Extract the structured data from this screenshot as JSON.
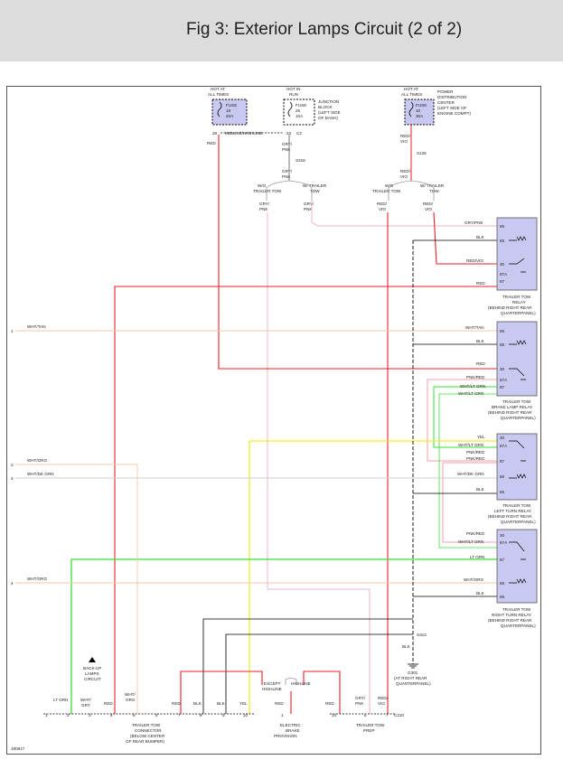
{
  "header": {
    "title": "Fig 3: Exterior Lamps Circuit (2 of 2)"
  },
  "footer": {
    "code": "190817"
  },
  "fuses": [
    {
      "hot": [
        "HOT AT",
        "ALL TIMES"
      ],
      "lines": [
        "FUSE",
        "19",
        "20A"
      ]
    },
    {
      "hot": [
        "HOT IN",
        "RUN"
      ],
      "lines": [
        "FUSE",
        "25",
        "10A"
      ]
    },
    {
      "hot": [
        "HOT AT",
        "ALL TIMES"
      ],
      "lines": [
        "FUSE",
        "10",
        "30A"
      ]
    }
  ],
  "components": {
    "junction_block": [
      "JUNCTION",
      "BLOCK",
      "(LEFT SIDE",
      "OF DASH)"
    ],
    "pdc": [
      "POWER",
      "DISTRIBUTION",
      "CENTER",
      "(LEFT SIDE OF",
      "ENGINE COMPT)"
    ],
    "midline": "MIDLINE/HIGHLINE",
    "pin_28": "28",
    "pin_23": "23",
    "conn_c2": "C2",
    "splices": [
      "S318",
      "S126",
      "S313",
      "G301"
    ],
    "g301_note": [
      "(AT RIGHT REAR",
      "QUARTERPANEL)"
    ],
    "wo_tow": [
      "W/O",
      "TRAILER TOW"
    ],
    "w_tow": [
      "W/ TRAILER",
      "TOW"
    ]
  },
  "relays": [
    {
      "name": [
        "TRAILER TOW",
        "RELAY",
        "(BEHIND RIGHT REAR",
        "QUARTERPANEL)"
      ],
      "pins": [
        "86",
        "85",
        "30",
        "87A",
        "87"
      ],
      "wires": [
        "GRY/PNK",
        "BLK",
        "RED/VIO",
        "",
        "RED"
      ]
    },
    {
      "name": [
        "TRAILER TOW",
        "BRAKE LAMP RELAY",
        "(BEHIND RIGHT REAR",
        "QUARTERPANEL)"
      ],
      "pins": [
        "86",
        "85",
        "30",
        "87A",
        "87"
      ],
      "wires": [
        "WHT/TAN",
        "BLK",
        "RED",
        "PNK/RED",
        "WHT/LT GRN"
      ]
    },
    {
      "name": [
        "TRAILER TOW",
        "LEFT TURN RELAY",
        "(BEHIND RIGHT REAR",
        "QUARTERPANEL)"
      ],
      "pins": [
        "30",
        "87A",
        "87",
        "86",
        "85"
      ],
      "wires": [
        "YEL",
        "WHT/LT GRN",
        "PNK/RED",
        "WHT/DK GRN",
        "BLK"
      ]
    },
    {
      "name": [
        "TRAILER TOW",
        "RIGHT TURN RELAY",
        "(BEHIND RIGHT REAR",
        "QUARTERPANEL)"
      ],
      "pins": [
        "30",
        "87A",
        "87",
        "86",
        "85"
      ],
      "wires": [
        "PNK/RED",
        "WHT/LT GRN",
        "LT GRN",
        "WHT/ORG",
        "BLK"
      ]
    }
  ],
  "left_inputs": [
    {
      "num": "1",
      "wire": "WHT/TAN"
    },
    {
      "num": "2",
      "wire": "WHT/ORG"
    },
    {
      "num": "3",
      "wire": "WHT/DK GRN"
    },
    {
      "num": "4",
      "wire": "WHT/ORG"
    }
  ],
  "extra_labels": {
    "pnk_red_mid": "PNK/RED",
    "wht_ltgrn_mid": "WHT/LT GRN",
    "red": "RED",
    "red_vio": [
      "RED/",
      "VIO"
    ],
    "gry_pnk": [
      "GRY/",
      "PNK"
    ],
    "blk": "BLK"
  },
  "bottom": {
    "backup": [
      "BACK-UP",
      "LAMPS",
      "CIRCUIT"
    ],
    "wires": [
      "LT GRN",
      "WHT/",
      "GRY",
      "RED",
      "WHT/",
      "ORG",
      "RED",
      "BLK",
      "BLK",
      "YEL"
    ],
    "pins": [
      "1",
      "2",
      "3",
      "4",
      "5",
      "6",
      "7",
      "8",
      "9",
      "10"
    ],
    "connector": [
      "TRAILER TOW",
      "CONNECTOR",
      "(BELOW CENTER",
      "OF REAR BUMPER)"
    ],
    "except_highline": [
      "EXCEPT",
      "HIGHLINE"
    ],
    "highline": "HIGHLINE",
    "brake_red": "RED",
    "brake_pin": "1",
    "brake": [
      "ELECTRIC",
      "BRAKE",
      "PROVISION"
    ],
    "prep_red": "RED",
    "prep_pin": "14",
    "prep_gry": [
      "GRY/",
      "PNK"
    ],
    "prep_redvio": [
      "RED/",
      "VIO"
    ],
    "prep_pins": [
      "6",
      "7"
    ],
    "prep_conn": "C210",
    "prep": [
      "TRAILER TOW",
      "PREP"
    ]
  },
  "colors": {
    "red": "#e8202a",
    "yellow": "#f2ea2a",
    "green": "#34e234",
    "salmon": "#f6c7a9",
    "pink": "#e8b7bf",
    "relay_fill": "#c8c8f0",
    "fuse_fill": "#c8c8f0"
  }
}
